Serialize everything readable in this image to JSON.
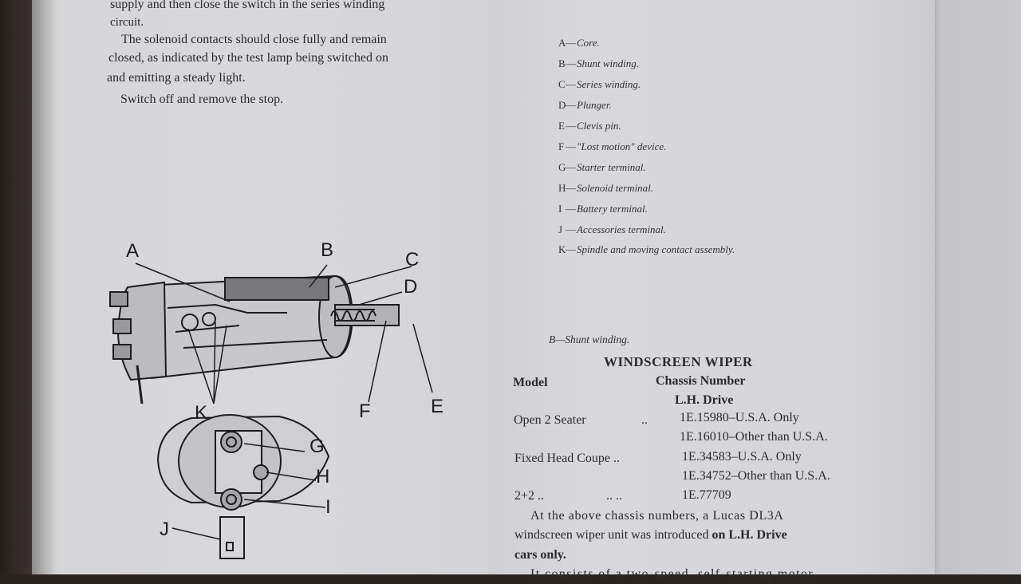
{
  "left_page": {
    "lines_top": [
      "supply and then close the switch in the series winding",
      "circuit."
    ],
    "para1": [
      "The solenoid contacts should close fully and remain",
      "closed, as indicated by the test lamp being switched on",
      "and emitting a steady light."
    ],
    "para2": "Switch off and remove the stop."
  },
  "diagram": {
    "labels": [
      "A",
      "B",
      "C",
      "D",
      "E",
      "F",
      "K",
      "G",
      "H",
      "I",
      "J"
    ]
  },
  "legend": [
    {
      "letter": "A",
      "text": "Core."
    },
    {
      "letter": "B",
      "text": "Shunt winding."
    },
    {
      "letter": "C",
      "text": "Series winding."
    },
    {
      "letter": "D",
      "text": "Plunger."
    },
    {
      "letter": "E",
      "text": "Clevis pin."
    },
    {
      "letter": "F",
      "text": "\"Lost motion\" device."
    },
    {
      "letter": "G",
      "text": "Starter terminal."
    },
    {
      "letter": "H",
      "text": "Solenoid terminal."
    },
    {
      "letter": "I",
      "text": "Battery terminal."
    },
    {
      "letter": "J",
      "text": "Accessories terminal."
    },
    {
      "letter": "K",
      "text": "Spindle and moving contact assembly."
    }
  ],
  "caption": "B—Shunt winding.",
  "wiper": {
    "heading": "WINDSCREEN WIPER",
    "col_model": "Model",
    "col_chassis": "Chassis Number",
    "col_drive": "L.H. Drive",
    "rows": [
      {
        "model": "Open 2 Seater",
        "dots": "..",
        "numbers": [
          "1E.15980–U.S.A. Only",
          "1E.16010–Other than U.S.A."
        ]
      },
      {
        "model": "Fixed Head Coupe ..",
        "dots": "",
        "numbers": [
          "1E.34583–U.S.A. Only",
          "1E.34752–Other than U.S.A."
        ]
      },
      {
        "model": "2+2 ..",
        "dots": "..  ..",
        "numbers": [
          "1E.77709"
        ]
      }
    ],
    "para_a": "At the above chassis numbers, a Lucas DL3A",
    "para_b": "windscreen wiper unit was introduced ",
    "para_b_bold": "on L.H. Drive",
    "para_c_bold": "cars only.",
    "para_d": "It consists of a two-speed, self-starting motor"
  }
}
